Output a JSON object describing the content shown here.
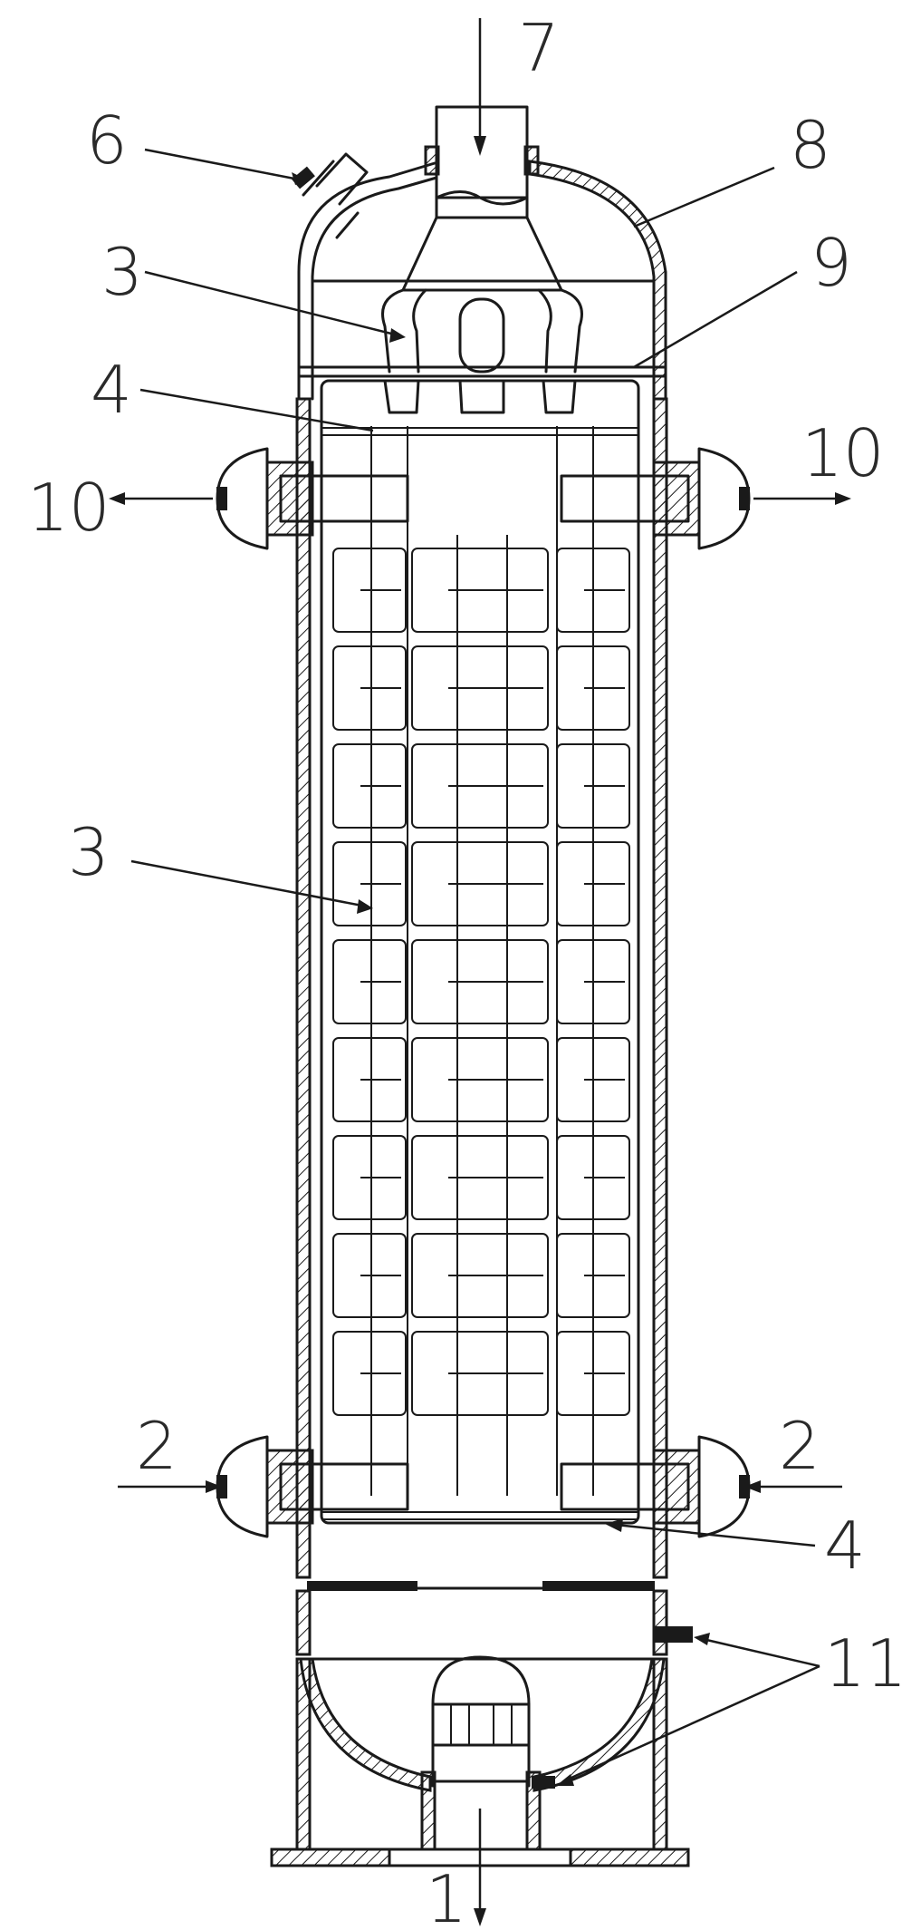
{
  "labels": {
    "l1": "1",
    "l2_left": "2",
    "l2_right": "2",
    "l3_top": "3",
    "l3_mid": "3",
    "l4_top": "4",
    "l4_bot": "4",
    "l6": "6",
    "l7": "7",
    "l8": "8",
    "l9": "9",
    "l10_left": "10",
    "l10_right": "10",
    "l11": "11"
  }
}
